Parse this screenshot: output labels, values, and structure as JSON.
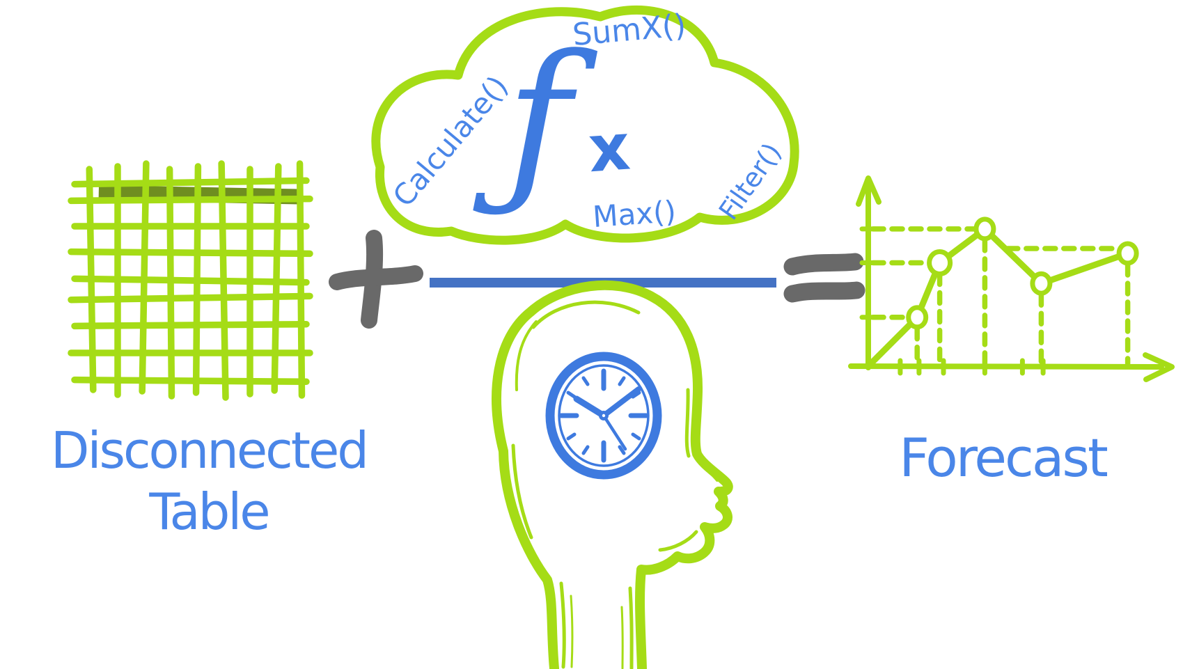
{
  "colors": {
    "green": "#A5DC16",
    "olive_header": "#6F8E20",
    "label_blue": "#4A86E8",
    "deep_blue": "#3E7ADF",
    "bar_blue": "#4472C4",
    "operator_gray": "#696969"
  },
  "left_table": {
    "caption_line1": "Disconnected",
    "caption_line2": "Table",
    "columns": 8,
    "rows": 8,
    "header_row": "filled dark green top row"
  },
  "operators": {
    "plus": "+",
    "equals": "="
  },
  "cloud": {
    "fn_calculate": "Calculate()",
    "fn_sumx": "SumX()",
    "fn_max": "Max()",
    "fn_filter": "Filter()",
    "fx_f": "ƒ",
    "fx_x": "x"
  },
  "head_clock": {
    "icon": "clock-inside-head",
    "meaning": "thinking / time"
  },
  "forecast_label": "Forecast",
  "chart_data": {
    "type": "line",
    "title": "Forecast",
    "x": [
      1.3,
      1.9,
      3.1,
      4.6,
      6.9
    ],
    "y": [
      2.6,
      5.5,
      7.3,
      4.4,
      6.0
    ],
    "xlim": [
      0,
      8
    ],
    "ylim": [
      0,
      10
    ],
    "x_ticks": [
      0.85,
      1.35,
      2.0,
      3.1,
      4.1,
      4.65
    ],
    "y_ticks": [
      2.6,
      5.5,
      7.3
    ],
    "line_starts_at_origin": true,
    "markers": "open-circle",
    "legend": "none",
    "axis_tick_labels": "none (hand-drawn sketch axes)",
    "guides": {
      "vertical_from_each_point": true,
      "horizontal_to_y_axis_point_indexes": [
        0,
        1,
        2
      ],
      "horizontal_segment": {
        "point_index": 4,
        "from_x": 3.7
      }
    }
  }
}
